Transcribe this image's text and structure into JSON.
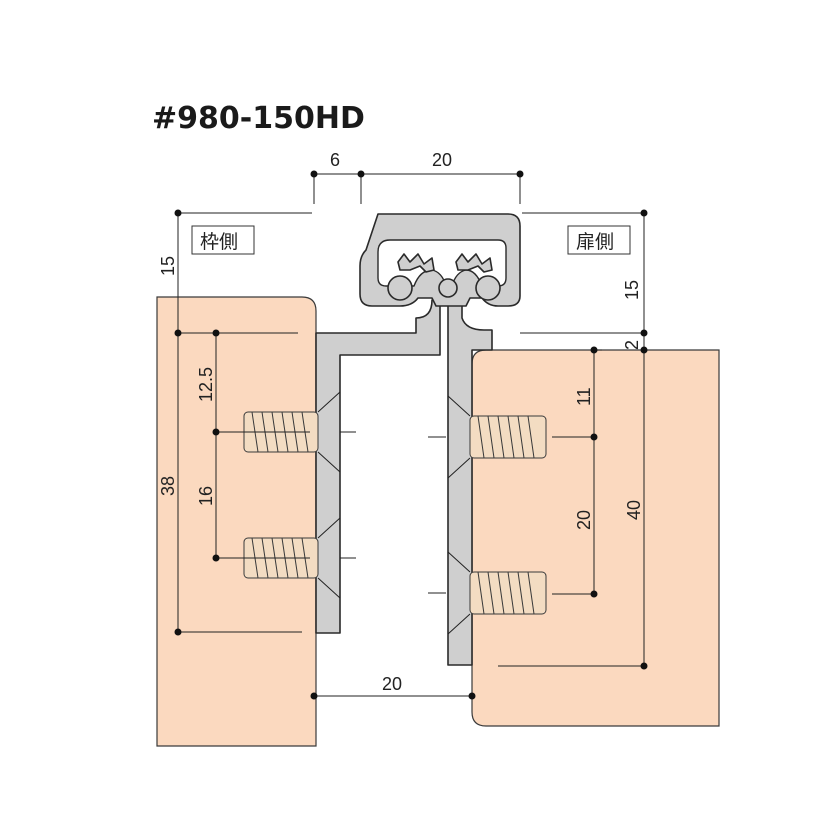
{
  "diagram": {
    "title": "#980-150HD",
    "labels": {
      "frame_side": "枠側",
      "door_side": "扉側"
    },
    "dimensions": {
      "top_left_gap": "6",
      "top_width": "20",
      "left_top_height": "15",
      "right_top_height": "15",
      "right_offset": "2",
      "left_screw_top": "12.5",
      "left_screw_spacing": "16",
      "left_total": "38",
      "right_screw_top": "11",
      "right_screw_spacing": "20",
      "right_total": "40",
      "bottom_gap": "20"
    },
    "colors": {
      "wood": "#fbd9bf",
      "metal": "#cfcfcf",
      "line": "#222222"
    }
  }
}
